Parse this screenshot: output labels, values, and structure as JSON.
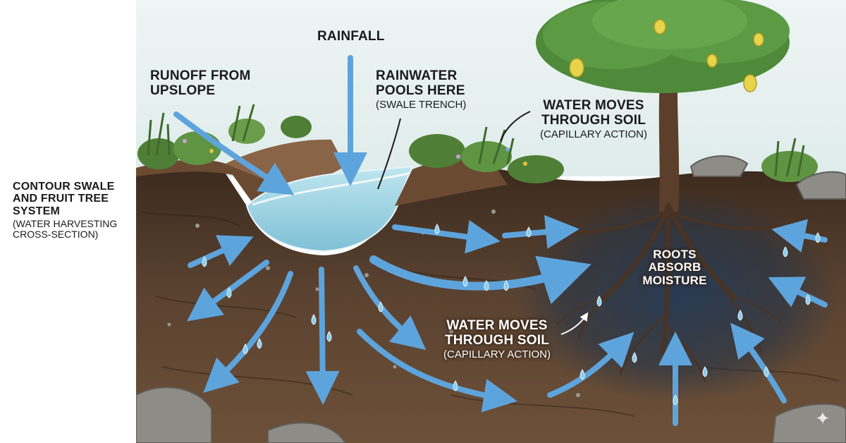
{
  "diagram": {
    "side_title": {
      "heading": "CONTOUR SWALE AND FRUIT TREE SYSTEM",
      "subheading": "(WATER HARVESTING CROSS-SECTION)"
    },
    "labels": {
      "rainfall": "RAINFALL",
      "runoff": "RUNOFF FROM UPSLOPE",
      "pools_heading": "RAINWATER POOLS HERE",
      "pools_sub": "(SWALE TRENCH)",
      "moves_top_heading": "WATER MOVES THROUGH SOIL",
      "moves_top_sub": "(CAPILLARY ACTION)",
      "moves_mid_heading": "WATER MOVES THROUGH SOIL",
      "moves_mid_sub": "(CAPILLARY ACTION)",
      "roots": "ROOTS ABSORB MOISTURE"
    },
    "colors": {
      "sky": "#e6f0ef",
      "soil_dark": "#3a2a1f",
      "soil_mid": "#5a4230",
      "soil_light": "#7a5b40",
      "water": "#9fd4e3",
      "arrow": "#5ea4dc",
      "foliage": "#4f8a3a",
      "trunk": "#5b3f2a",
      "lemon": "#e8d44a",
      "rock": "#8d8c86"
    }
  }
}
